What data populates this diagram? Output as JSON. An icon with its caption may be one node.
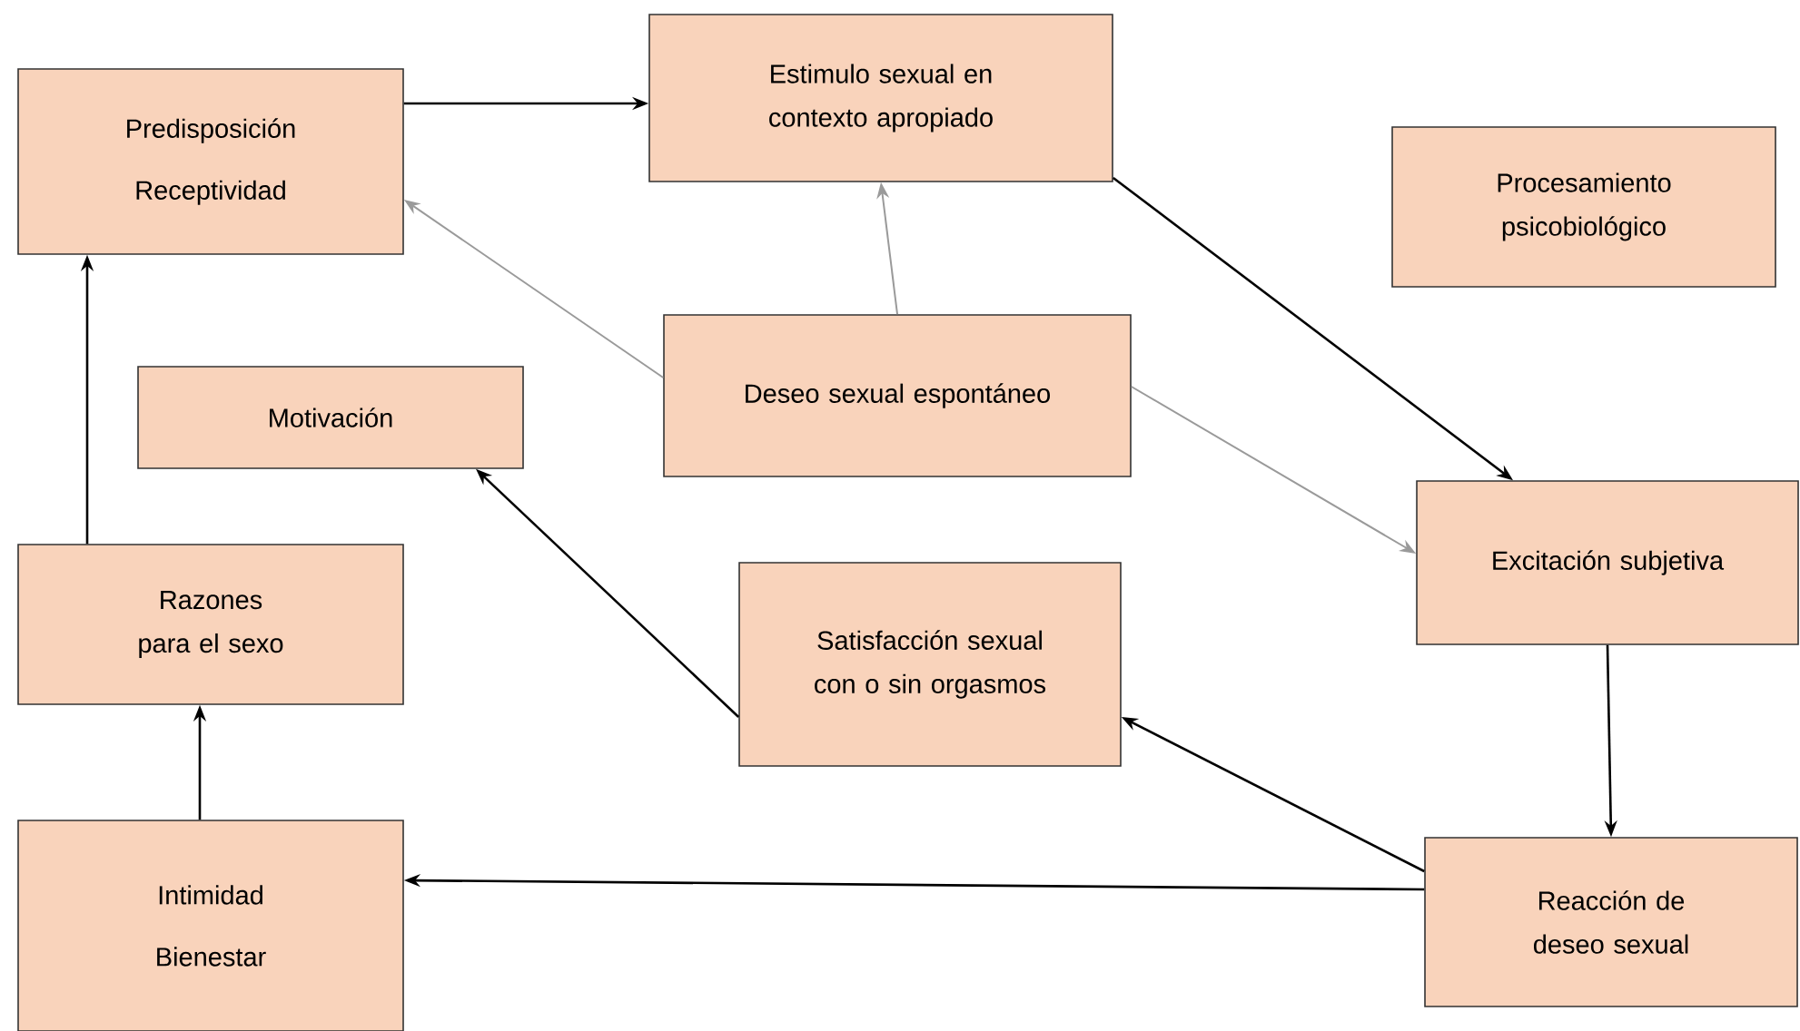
{
  "diagram": {
    "nodes": [
      {
        "text": [
          "Predisposición",
          "Receptividad"
        ]
      },
      {
        "text": [
          "Estimulo sexual en contexto apropiado"
        ]
      },
      {
        "text": [
          "Procesamiento psicobiológico"
        ]
      },
      {
        "text": [
          "Motivación"
        ]
      },
      {
        "text": [
          "Deseo sexual espontáneo"
        ]
      },
      {
        "text": [
          "Razones para el sexo"
        ]
      },
      {
        "text": [
          "Satisfacción sexual con o sin orgasmos"
        ]
      },
      {
        "text": [
          "Excitación subjetiva"
        ]
      },
      {
        "text": [
          "Intimidad",
          "Bienestar"
        ]
      },
      {
        "text": [
          "Reacción de deseo sexual"
        ]
      }
    ],
    "edges": [
      {
        "from": 0,
        "to": 1,
        "arrow": "to"
      },
      {
        "from": 4,
        "to": 0,
        "arrow": "to",
        "color": "#9a9a9a"
      },
      {
        "from": 4,
        "to": 1,
        "arrow": "to",
        "color": "#9a9a9a"
      },
      {
        "from": 4,
        "to": 7,
        "arrow": "to",
        "color": "#9a9a9a"
      },
      {
        "from": 1,
        "to": 7,
        "arrow": "to"
      },
      {
        "from": 7,
        "to": 9,
        "arrow": "to"
      },
      {
        "from": 9,
        "to": 6,
        "arrow": "to"
      },
      {
        "from": 9,
        "to": 8,
        "arrow": "to"
      },
      {
        "from": 6,
        "to": 3,
        "arrow": "to"
      },
      {
        "from": 8,
        "to": 5,
        "arrow": "to"
      },
      {
        "from": 5,
        "to": 0,
        "arrow": "to"
      }
    ]
  }
}
